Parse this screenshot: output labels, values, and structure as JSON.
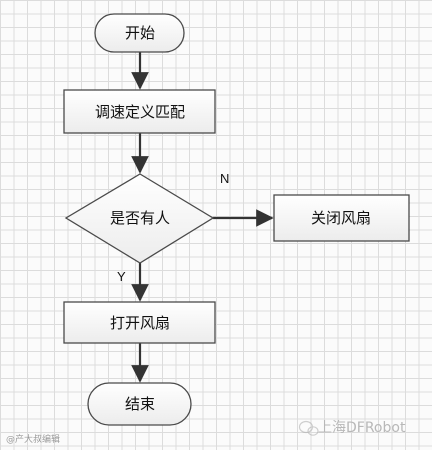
{
  "diagram": {
    "nodes": {
      "start": "开始",
      "define": "调速定义匹配",
      "decision": "是否有人",
      "fan_off": "关闭风扇",
      "fan_on": "打开风扇",
      "end": "结束"
    },
    "edge_labels": {
      "no": "N",
      "yes": "Y"
    }
  },
  "watermark": {
    "left": "@产大叔编辑",
    "right": "上海DFRobot"
  },
  "colors": {
    "node_fill": "#f3f3f3",
    "node_stroke": "#4a4a4a",
    "arrow": "#333333",
    "grid": "#dcdcdc"
  }
}
